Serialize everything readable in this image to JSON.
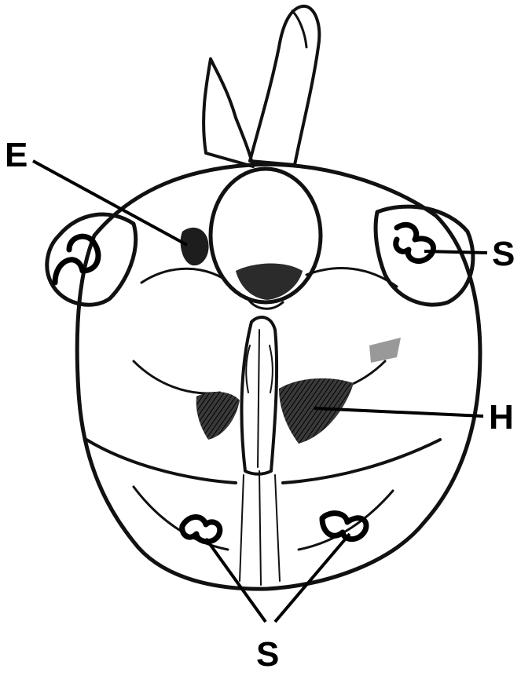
{
  "labels": {
    "e": "E",
    "s_shoulder": "S",
    "h": "H",
    "s_lower": "S"
  },
  "colors": {
    "ink": "#111111",
    "shade": "#cfcfcf",
    "hair": "#222222",
    "background": "#ffffff"
  }
}
